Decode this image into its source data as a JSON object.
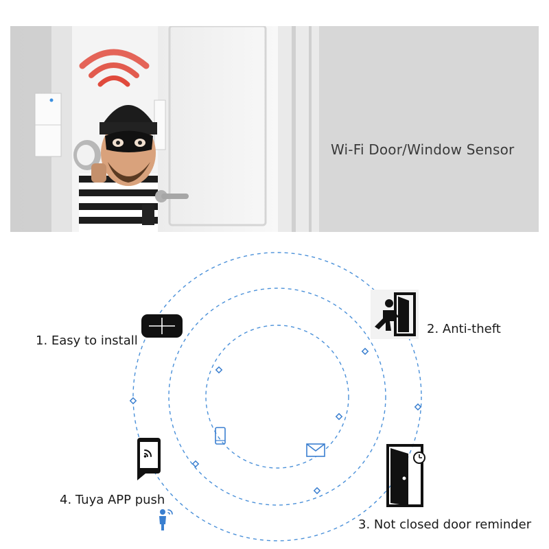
{
  "hero": {
    "title": "Wi-Fi Door/Window Sensor"
  },
  "features": [
    {
      "label": "1. Easy to install",
      "icon": "sensor-icon"
    },
    {
      "label": "2. Anti-theft",
      "icon": "intruder-door-icon"
    },
    {
      "label": "3. Not closed door reminder",
      "icon": "open-door-clock-icon"
    },
    {
      "label": "4. Tuya APP push",
      "icon": "phone-wifi-icon"
    }
  ],
  "small_icons": [
    "smartphone-icon",
    "envelope-icon",
    "person-wifi-icon"
  ],
  "colors": {
    "ring": "#4a90d9",
    "wave": "#e04a3c",
    "wall": "#dcdcdc",
    "door": "#f3f3f3"
  }
}
